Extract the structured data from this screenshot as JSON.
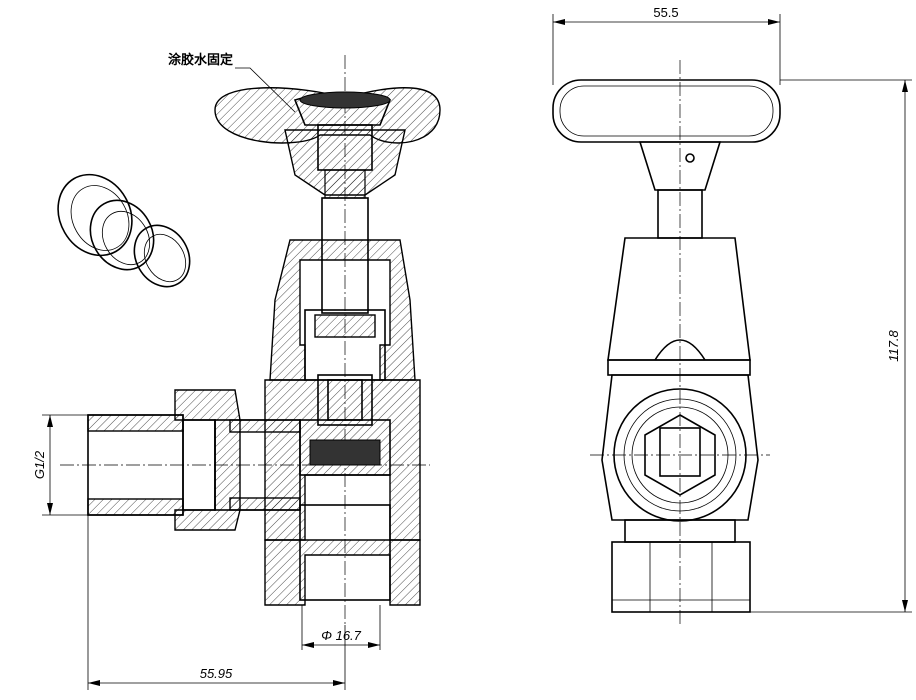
{
  "annotation": "涂胶水固定",
  "dimensions": {
    "width_top": "55.5",
    "height_right": "117.8",
    "thread_left": "G1/2",
    "bore_bottom": "Φ 16.7",
    "length_bottom": "55.95"
  }
}
